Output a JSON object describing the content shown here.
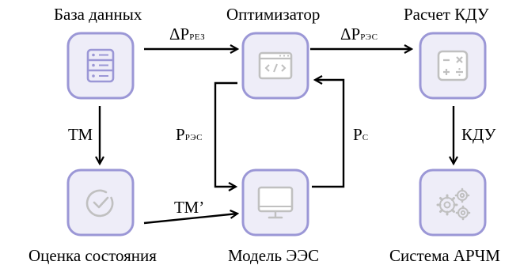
{
  "nodes": {
    "database": {
      "title": "База данных",
      "icon": "server-icon"
    },
    "optimizer": {
      "title": "Оптимизатор",
      "icon": "code-window-icon"
    },
    "kdu_calc": {
      "title": "Расчет КДУ",
      "icon": "calculator-icon"
    },
    "state_estimation": {
      "title": "Оценка состояния",
      "icon": "check-circle-icon"
    },
    "ees_model": {
      "title": "Модель ЭЭС",
      "icon": "monitor-icon"
    },
    "archm_system": {
      "title": "Система АРЧМ",
      "icon": "gears-icon"
    }
  },
  "edges": {
    "db_to_optimizer": {
      "main": "ΔP",
      "sub": "РЕЗ"
    },
    "optimizer_to_kdu": {
      "main": "ΔP",
      "sub": "РЭС"
    },
    "db_to_state": {
      "main": "ТМ"
    },
    "state_to_model": {
      "main": "ТМ’"
    },
    "optimizer_to_model": {
      "main": "P",
      "sub": "РЭС"
    },
    "model_to_optimizer": {
      "main": "P",
      "sub": "С"
    },
    "kdu_to_archm": {
      "main": "КДУ"
    }
  },
  "colors": {
    "node_border": "#9b97d6",
    "node_icon": "#9b97d6",
    "node_icon_light": "#c9c9c9",
    "node_fill": "#eeedf8",
    "arrow": "#000000"
  }
}
